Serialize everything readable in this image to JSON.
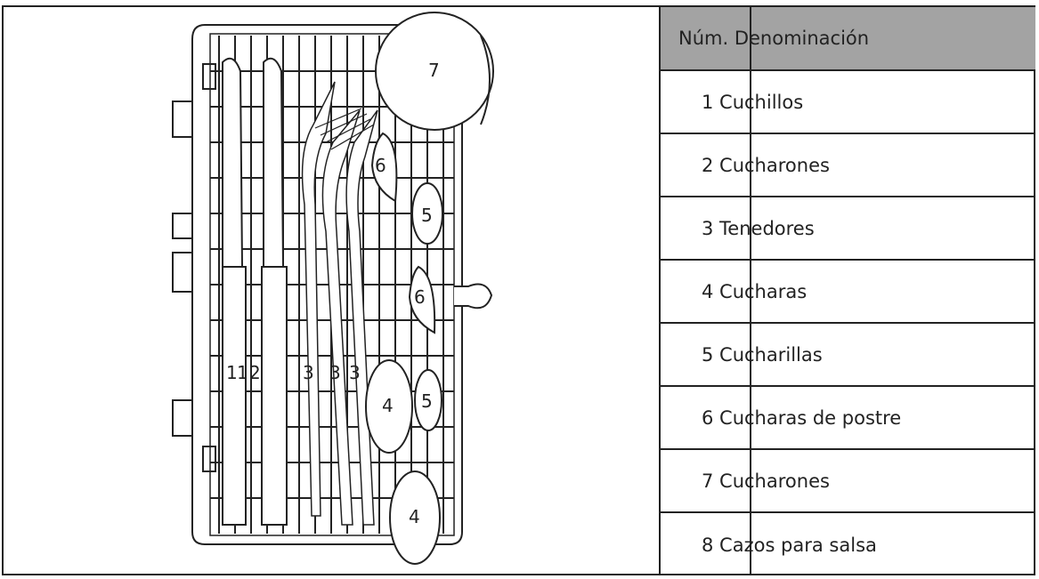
{
  "table": {
    "header": "Núm. Denominación",
    "rows": [
      "1 Cuchillos",
      "2 Cucharones",
      "3 Tenedores",
      "4 Cucharas",
      "5 Cucharillas",
      "6 Cucharas de postre",
      "7 Cucharones",
      "8 Cazos para salsa"
    ]
  },
  "diagram": {
    "labels": [
      "7",
      "6",
      "5",
      "6",
      "1",
      "1",
      "2",
      "3",
      "3",
      "3",
      "4",
      "5",
      "4"
    ]
  }
}
